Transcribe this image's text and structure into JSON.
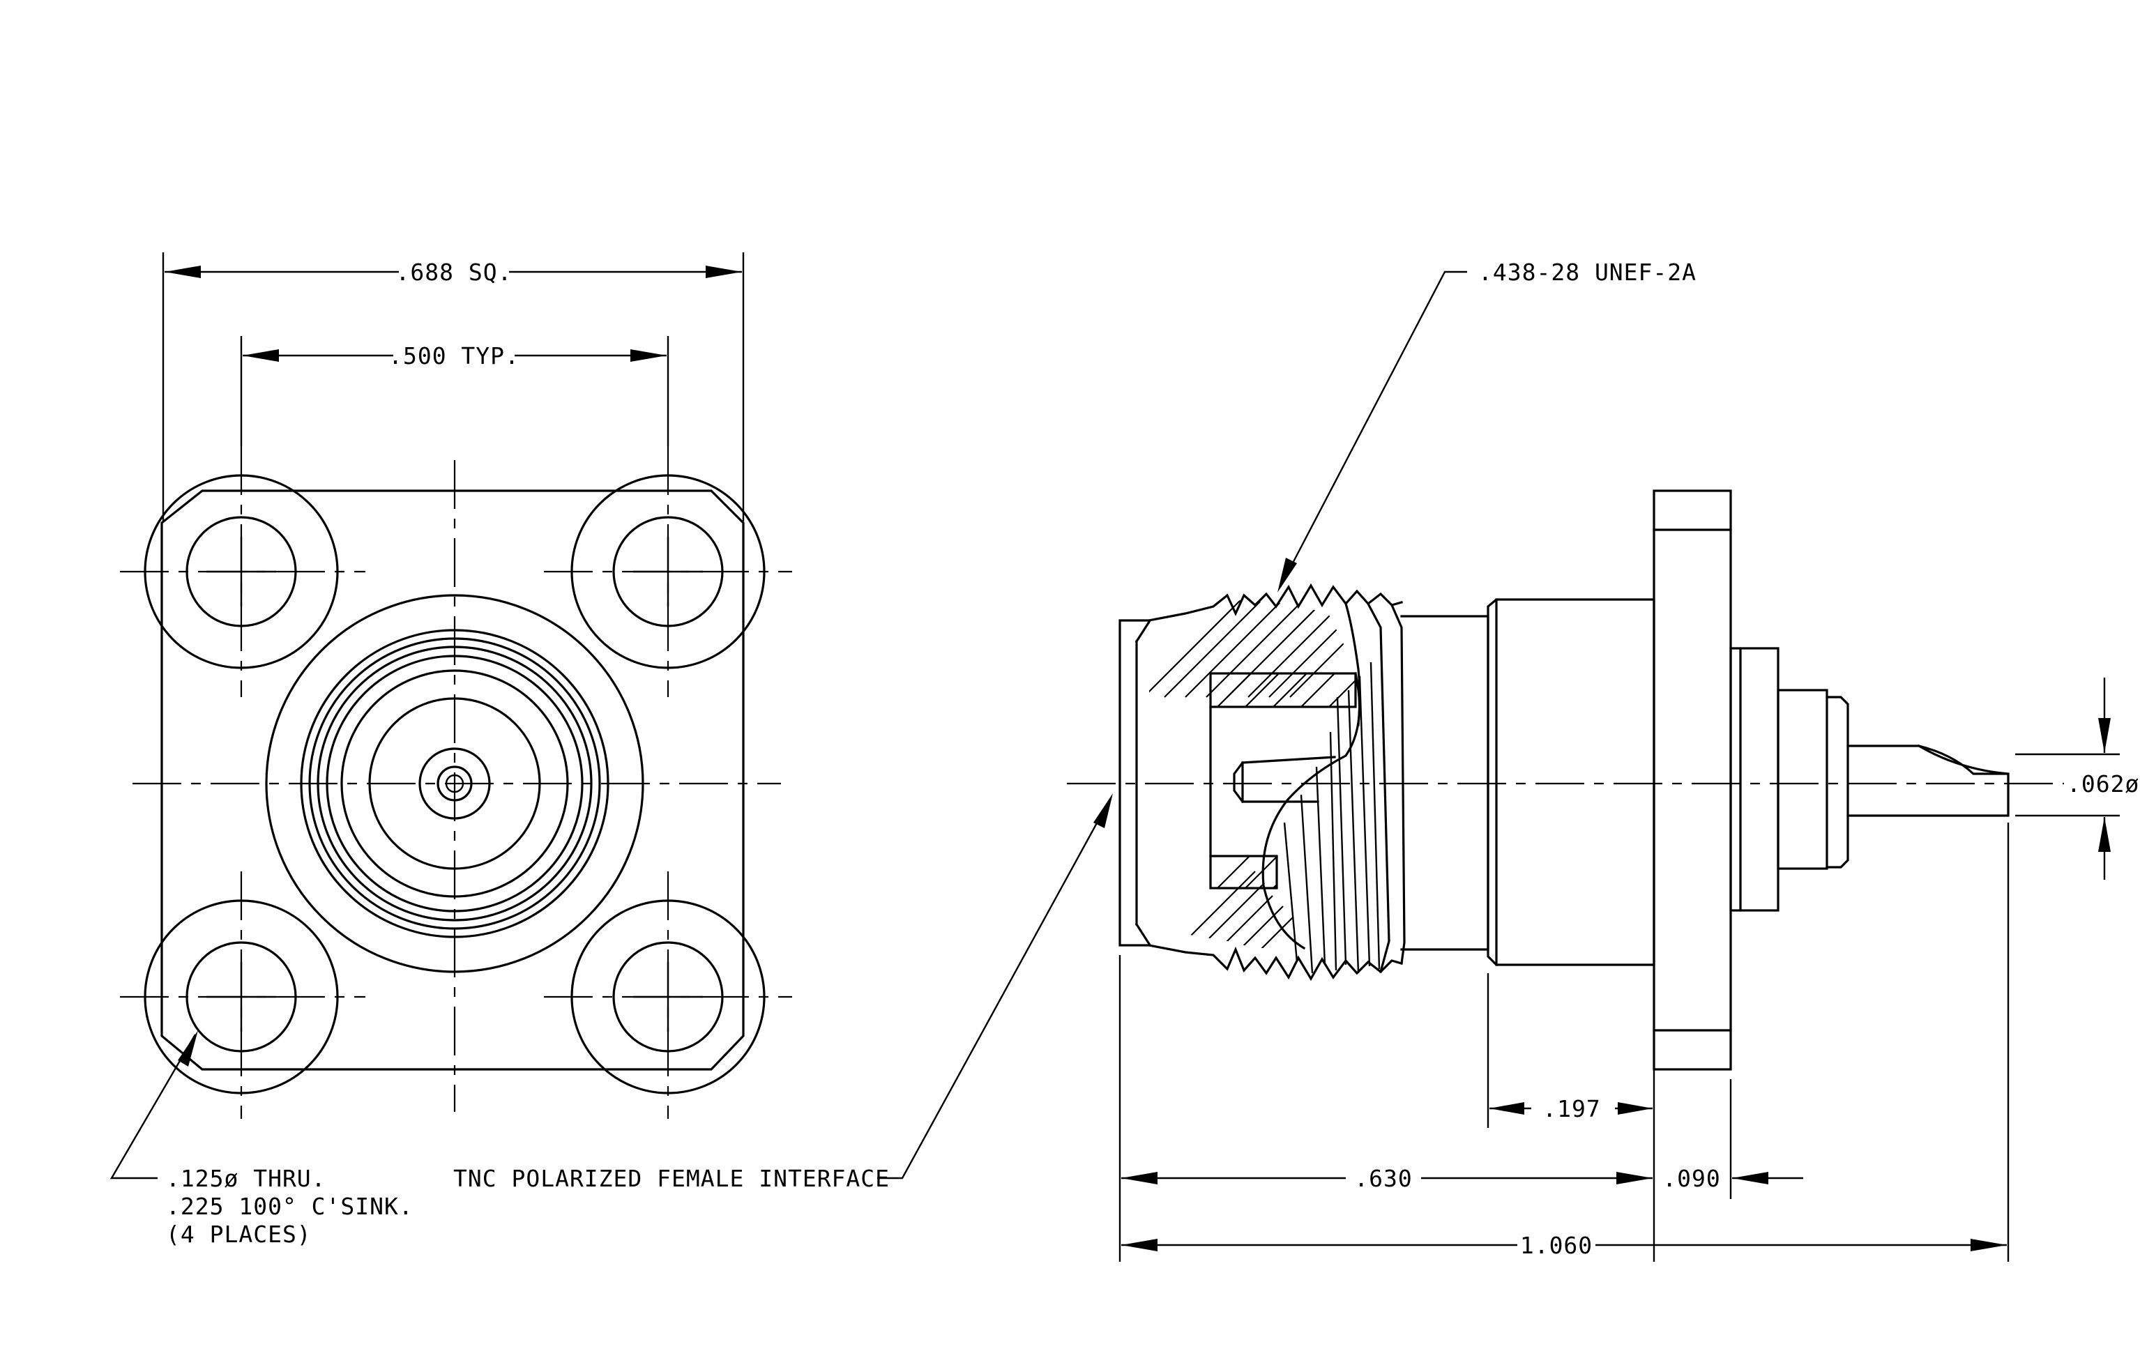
{
  "dimensions": {
    "overall_square": ".688 SQ.",
    "hole_spacing": ".500 TYP.",
    "thread": ".438-28 UNEF-2A",
    "pin_diameter": ".062ø",
    "flange_offset": ".197",
    "body_length": ".630",
    "flange_thickness": ".090",
    "overall_length": "1.060"
  },
  "notes": {
    "hole_line1": ".125ø THRU.",
    "hole_line2": ".225 100° C'SINK.",
    "hole_line3": "(4 PLACES)",
    "interface": "TNC POLARIZED FEMALE INTERFACE"
  }
}
